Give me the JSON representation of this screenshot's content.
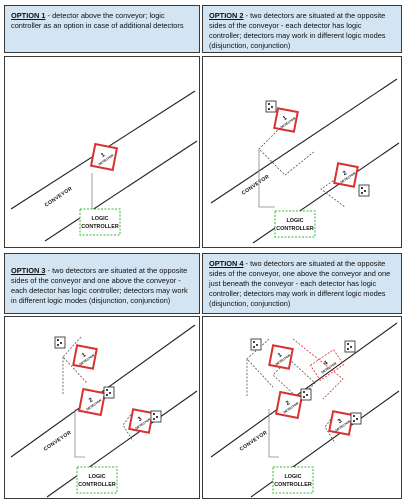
{
  "colors": {
    "header_bg": "#d3e4f2",
    "detector_red": "#d93030",
    "controller_green": "#33b833"
  },
  "options": [
    {
      "title": "OPTION  1",
      "text": " - detector above the conveyor; logic controller as an option in case of additional detectors"
    },
    {
      "title": "OPTION 2",
      "text": " - two detectors are situated at the opposite sides of the conveyor - each detector has logic controller; detectors may work in different  logic modes (disjunction, conjunction)"
    },
    {
      "title": "OPTION 3",
      "text": " - two detectors are situated at the opposite sides of the conveyor and one above the conveyor - each detector has logic controller; detectors may work in different  logic modes (disjunction, conjunction)"
    },
    {
      "title": "OPTION 4",
      "text": " - two detectors are situated at the opposite sides of the conveyor, one above the conveyor and one just beneath the conveyor - each detector has logic controller; detectors may work in different  logic modes (disjunction, conjunction)"
    }
  ],
  "labels": {
    "conveyor": "CONVEYOR",
    "detector": "DETECTOR",
    "logic_line1": "LOGIC",
    "logic_line2": "CONTROLLER",
    "det1": "1",
    "det2": "2",
    "det3": "3",
    "det4": "4"
  },
  "icons": {
    "detector": "red-diamond-detector",
    "controller": "green-dashed-box",
    "small_box": "logic-module-icon"
  }
}
